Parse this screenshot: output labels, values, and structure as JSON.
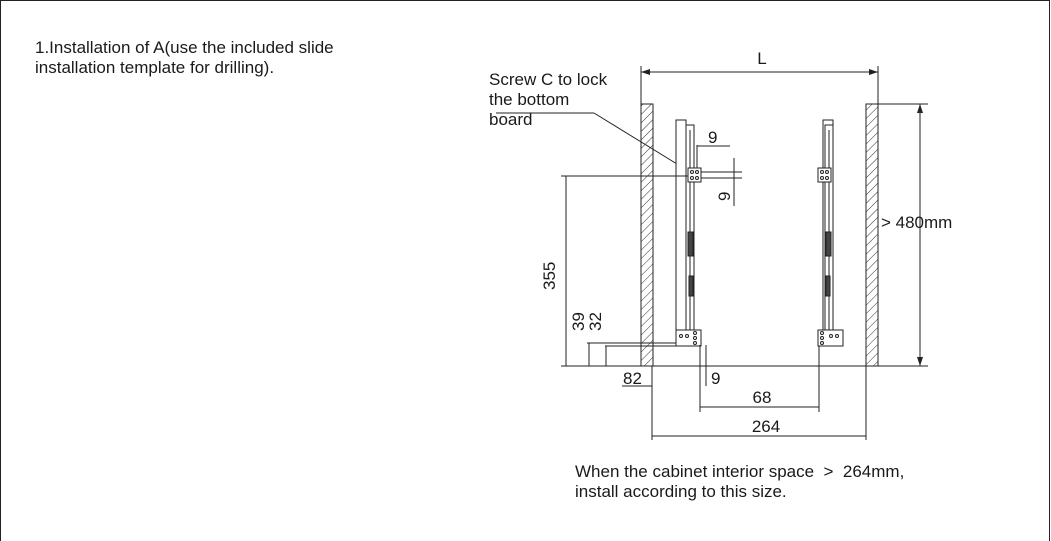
{
  "instruction": {
    "line1": "1.Installation of A(use the included slide",
    "line2": "installation template for drilling)."
  },
  "callout": {
    "line1": "Screw C to lock",
    "line2": "the bottom",
    "line3": "board"
  },
  "dimensions": {
    "width_label": "L",
    "height_label": "> 480mm",
    "d_9_top": "9",
    "d_9_side": "9",
    "d_355": "355",
    "d_39": "39",
    "d_32": "32",
    "d_82": "82",
    "d_9_bottom": "9",
    "d_68": "68",
    "d_264": "264"
  },
  "note": {
    "line1": "When the cabinet interior space  >  264mm,",
    "line2": "install according to this size."
  }
}
